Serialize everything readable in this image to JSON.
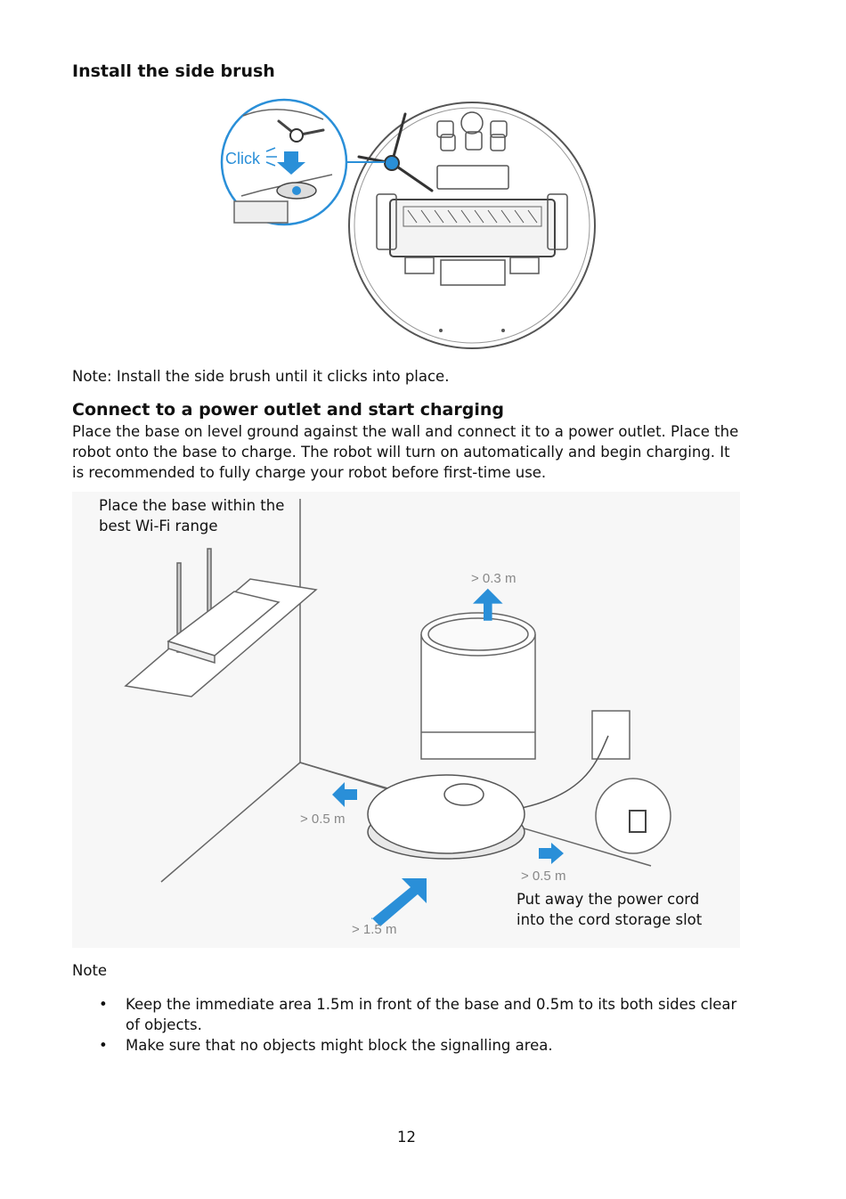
{
  "section1": {
    "heading": "Install the side brush",
    "click_label": "Click",
    "note": "Note: Install the side brush until it clicks into place."
  },
  "section2": {
    "heading": "Connect to a power outlet and start charging",
    "body_lines": [
      "Place the base on level ground against the wall and connect it to a power outlet. Place the",
      "robot onto the base to charge. The robot will turn on automatically and begin charging. It",
      "is recommended to fully charge your robot before first-time use."
    ]
  },
  "figure2": {
    "wifi_lines": [
      "Place the base within the",
      "best Wi-Fi range"
    ],
    "dist_top": "> 0.3 m",
    "dist_left": "> 0.5 m",
    "dist_right": "> 0.5 m",
    "dist_front": "> 1.5 m",
    "cord_lines": [
      "Put away the power cord",
      "into the cord storage slot"
    ],
    "arrow_color": "#2a8fd8"
  },
  "notes": {
    "heading": "Note",
    "items": [
      {
        "lines": [
          "Keep the immediate area 1.5m in front of the base and 0.5m to its both sides clear",
          "of objects."
        ]
      },
      {
        "lines": [
          "Make sure that no objects might block the signalling area."
        ]
      }
    ]
  },
  "page_number": "12"
}
